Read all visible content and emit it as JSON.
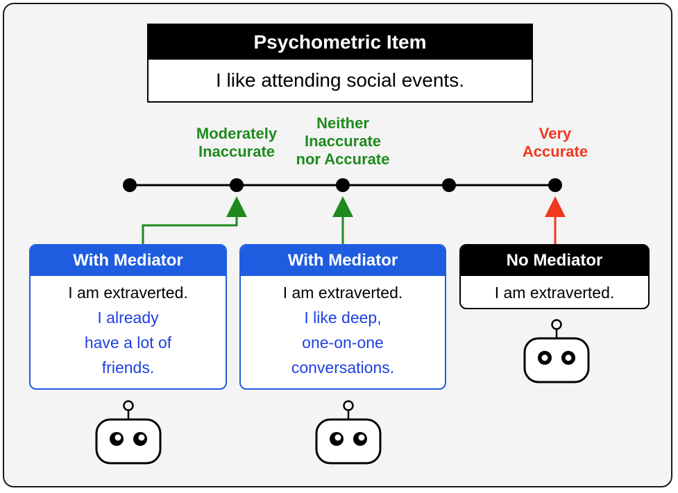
{
  "item": {
    "header": "Psychometric Item",
    "text": "I like attending social events."
  },
  "scale": {
    "point_count": 5,
    "labels": [
      {
        "point": 2,
        "text": "Moderately\nInaccurate",
        "color": "#1e8a1e"
      },
      {
        "point": 3,
        "text": "Neither\nInaccurate\nnor Accurate",
        "color": "#1e8a1e"
      },
      {
        "point": 5,
        "text": "Very\nAccurate",
        "color": "#f0381c"
      }
    ]
  },
  "cards": [
    {
      "header": "With Mediator",
      "statement": "I am extraverted.",
      "mediator_lines": [
        "I already",
        "have a lot of",
        "friends."
      ],
      "selected_point": 2,
      "style": "blue"
    },
    {
      "header": "With Mediator",
      "statement": "I am extraverted.",
      "mediator_lines": [
        "I like deep,",
        "one-on-one",
        "conversations."
      ],
      "selected_point": 3,
      "style": "blue"
    },
    {
      "header": "No Mediator",
      "statement": "I am extraverted.",
      "mediator_lines": [],
      "selected_point": 5,
      "style": "dark"
    }
  ],
  "colors": {
    "mediator_blue": "#1f5de0",
    "mediator_text": "#1f3fe0",
    "arrow_green": "#1e8a1e",
    "arrow_red": "#f0381c"
  },
  "icons": [
    "robot-icon",
    "robot-icon",
    "robot-icon"
  ]
}
